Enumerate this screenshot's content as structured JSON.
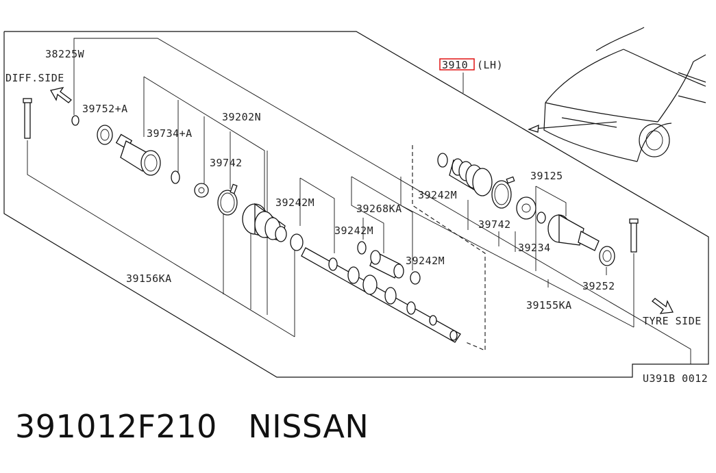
{
  "labels": {
    "diff_side": "DIFF.SIDE",
    "tyre_side": "TYRE SIDE",
    "main_part_code": "3910",
    "main_part_suffix": "(LH)",
    "diagram_code": "U391B 0012",
    "p38225w": "38225W",
    "p39752a": "39752+A",
    "p39734a": "39734+A",
    "p39202n": "39202N",
    "p39742_left": "39742",
    "p39242m_1": "39242M",
    "p39268ka": "39268KA",
    "p39242m_2": "39242M",
    "p39242m_3": "39242M",
    "p39242m_right": "39242M",
    "p39156ka": "39156KA",
    "p39742_right": "39742",
    "p39125": "39125",
    "p39234": "39234",
    "p39252": "39252",
    "p39155ka": "39155KA"
  },
  "caption": {
    "part_number": "391012F210",
    "brand": "NISSAN"
  },
  "colors": {
    "line": "#111111",
    "highlight": "#e01010",
    "background": "#ffffff"
  }
}
